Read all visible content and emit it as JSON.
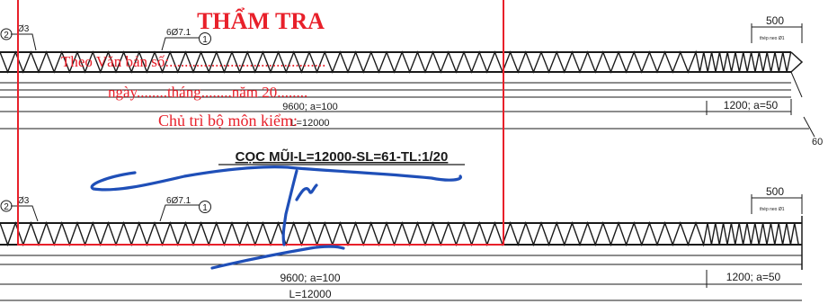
{
  "upper_pile": {
    "spiral_callout": "Ø3",
    "spiral_marker": "2",
    "rebar_callout": "6Ø7.1",
    "rebar_marker": "1",
    "tip_length": "500",
    "tip_note": "thép neo Ø1",
    "spacing_main": "9600; a=100",
    "spacing_end": "1200; a=50",
    "total_length": "L=12000",
    "end_dim": "60"
  },
  "pile_title": "CỌC MŨI-L=12000-SL=61-TL:1/20",
  "lower_pile": {
    "spiral_callout": "Ø3",
    "spiral_marker": "2",
    "rebar_callout": "6Ø7.1",
    "rebar_marker": "1",
    "tip_length": "500",
    "tip_note": "thép neo Ø1",
    "spacing_main": "9600; a=100",
    "spacing_end": "1200; a=50",
    "total_length": "L=12000"
  },
  "stamp": {
    "title": "THẨM TRA",
    "line1": "Theo Văn bản số:.........................................",
    "line2": "ngày........tháng........năm 20........",
    "line3": "Chủ trì bộ môn kiểm:",
    "color": "#e8202a"
  },
  "signature_color": "#1f4fb8",
  "drawing_color": "#1a1a1a"
}
